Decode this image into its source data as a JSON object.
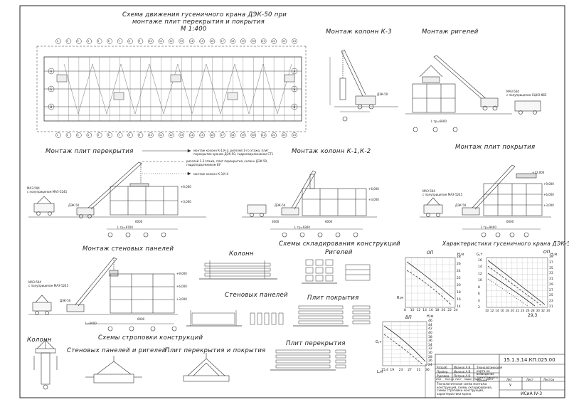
{
  "main_title": [
    "Схема движения гусеничного крана ДЭК-50 при",
    "монтаже плит перекрытия и покрытия",
    "М 1:400"
  ],
  "sections": {
    "columns_k3": "Монтаж колонн К-3",
    "girders": "Монтаж ригелей",
    "floor_slabs": "Монтаж плит перекрытия",
    "columns_k1k2": "Монтаж колонн К-1,К-2",
    "roof_slabs": "Монтаж плит покрытия",
    "wall_panels": "Монтаж стеновых панелей",
    "storage_schemes": "Схемы складирования конструкций",
    "sling_schemes": "Схемы строповки конструкций",
    "crane_characteristics": "Характеристики гусеничного крана ДЭК-50"
  },
  "storage": {
    "columns": "Колонн",
    "girders": "Ригелей",
    "wall_panels": "Стеновых панелей",
    "roof_slabs": "Плит покрытия",
    "floor_slabs": "Плит перекрытия"
  },
  "sling": {
    "columns": "Колонн",
    "panels_girders": "Стеновых панелей и ригелей",
    "slabs": "Плит перекрытия и покрытия"
  },
  "legend": [
    "монтаж колонн К-1,К-2, ригелей 1-го этажа, плит перекрытия краном ДЭК-50, гидроподъемником СТ1",
    "ригелей 1-3 этажа, плит перекрытия, колонн ДЭК-50, гидроподъемником БУ",
    "монтаж колонн К-3,К-4"
  ],
  "vehicles": {
    "truck_girders": [
      "МАЗ-504",
      "с полуприцепом СЦНЭ-865"
    ],
    "truck_slabs": [
      "МАЗ-504",
      "с полуприцепом МАЗ-5245"
    ],
    "truck_roof": [
      "МАЗ-504",
      "с полуприцепом МАЗ-5245"
    ],
    "truck_walls": [
      "МАЗ-504",
      "с полуприцепом МАЗ-5245"
    ],
    "crane": "ДЭК-50"
  },
  "dims": {
    "span": "6000",
    "span_l": "L=6000",
    "l_9700": "L тр=9700",
    "l_9300": "L тр=9300",
    "l_9400": "L тр=9400",
    "l_6600": "L тр=6600",
    "lev_1": "+3,000",
    "lev_2": "+6,000",
    "lev_3": "+9,000",
    "lev_4": "+12,000",
    "gap": "3000"
  },
  "axes_letters": [
    "А",
    "Б",
    "В",
    "Г"
  ],
  "axes_numbers": [
    "1",
    "2",
    "3",
    "4",
    "5",
    "6",
    "7",
    "8",
    "9",
    "10",
    "11",
    "12",
    "13",
    "14",
    "15",
    "16",
    "17",
    "18",
    "19",
    "20",
    "21",
    "22",
    "23",
    "24"
  ],
  "chart_op_a": {
    "label": "ОП",
    "h_axis": "H,м",
    "r_axis": "R,м",
    "y_ticks": [
      "28",
      "26",
      "24",
      "22",
      "20",
      "18",
      "16",
      "14"
    ],
    "x_ticks": [
      "8",
      "10",
      "12",
      "14",
      "16",
      "18",
      "20",
      "22",
      "24"
    ]
  },
  "chart_op_b": {
    "label": "ОП",
    "h_axis": "H,м",
    "q_axis": "G,т",
    "y_ticks_left": [
      "16",
      "14",
      "12",
      "10",
      "8",
      "6",
      "4",
      "2"
    ],
    "y_ticks_right": [
      "39",
      "37",
      "35",
      "33",
      "31",
      "29",
      "27",
      "25",
      "23",
      "21"
    ],
    "x_ticks": [
      "10",
      "12",
      "14",
      "16",
      "18",
      "20",
      "22",
      "24",
      "26",
      "28",
      "30",
      "32",
      "34"
    ],
    "x_end": "29,3"
  },
  "chart_vp": {
    "label": "ВП",
    "h_axis": "H,м",
    "q_axis": "G,т",
    "l_axis": "L,м",
    "y_ticks": [
      "46",
      "44",
      "42",
      "40",
      "38",
      "36",
      "34",
      "32",
      "30",
      "28",
      "26",
      "24"
    ],
    "x_ticks": [
      "15,4",
      "19",
      "23",
      "27",
      "31",
      "36"
    ]
  },
  "title_block": {
    "code": "15.1.3.14.КП.025.00",
    "description": "Технологическая карта на возведение трехэтажного здания",
    "sheet_content": "Технологическая схема монтажа конструкций, схемы складирования, схемы строповки конструкций, характеристики крана",
    "org": "ИСиА IV-3",
    "stage_label": "Лит",
    "sheet_label": "Лист",
    "sheets_label": "Листов",
    "stage": "У",
    "roles": [
      "Разраб.",
      "Провер.",
      "Руковод."
    ],
    "names": [
      "Иванов А.В.",
      "Иванов А.В.",
      "Петров А.В."
    ],
    "header": [
      "Изм",
      "Кол.уч",
      "Лист",
      "№док",
      "Подп.",
      "Дата"
    ]
  }
}
